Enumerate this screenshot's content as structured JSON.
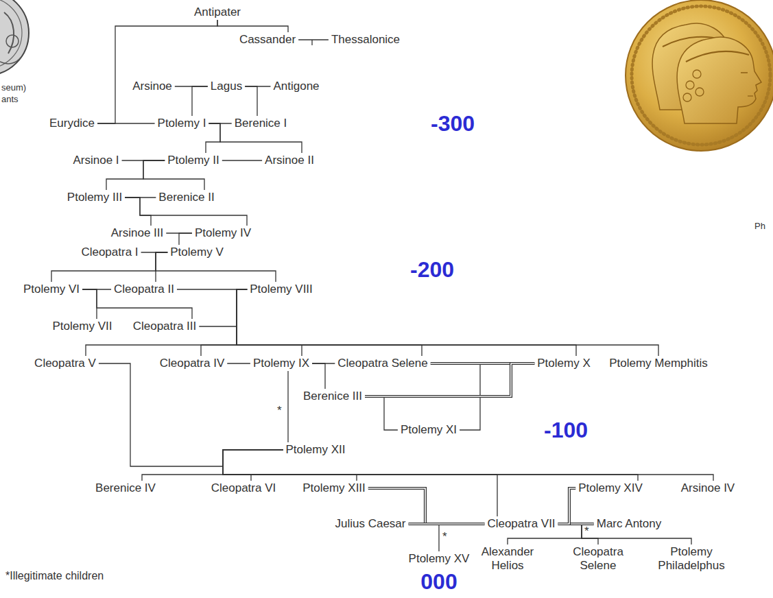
{
  "diagram": {
    "nodes": [
      {
        "text": [
          "Antipater"
        ]
      },
      {
        "text": [
          "Cassander"
        ]
      },
      {
        "text": [
          "Thessalonice"
        ]
      },
      {
        "text": [
          "Arsinoe"
        ]
      },
      {
        "text": [
          "Lagus"
        ]
      },
      {
        "text": [
          "Antigone"
        ]
      },
      {
        "text": [
          "Eurydice"
        ]
      },
      {
        "text": [
          "Ptolemy I"
        ]
      },
      {
        "text": [
          "Berenice I"
        ]
      },
      {
        "text": [
          "Arsinoe I"
        ]
      },
      {
        "text": [
          "Ptolemy II"
        ]
      },
      {
        "text": [
          "Arsinoe II"
        ]
      },
      {
        "text": [
          "Ptolemy III"
        ]
      },
      {
        "text": [
          "Berenice II"
        ]
      },
      {
        "text": [
          "Arsinoe III"
        ]
      },
      {
        "text": [
          "Ptolemy IV"
        ]
      },
      {
        "text": [
          "Cleopatra I"
        ]
      },
      {
        "text": [
          "Ptolemy V"
        ]
      },
      {
        "text": [
          "Ptolemy VI"
        ]
      },
      {
        "text": [
          "Cleopatra II"
        ]
      },
      {
        "text": [
          "Ptolemy VIII"
        ]
      },
      {
        "text": [
          "Ptolemy VII"
        ]
      },
      {
        "text": [
          "Cleopatra III"
        ]
      },
      {
        "text": [
          "Cleopatra V"
        ]
      },
      {
        "text": [
          "Cleopatra IV"
        ]
      },
      {
        "text": [
          "Ptolemy IX"
        ]
      },
      {
        "text": [
          "Cleopatra Selene"
        ]
      },
      {
        "text": [
          "Ptolemy X"
        ]
      },
      {
        "text": [
          "Ptolemy Memphitis"
        ]
      },
      {
        "text": [
          "Berenice III"
        ]
      },
      {
        "text": [
          "Ptolemy XI"
        ]
      },
      {
        "text": [
          "Ptolemy XII"
        ]
      },
      {
        "text": [
          "Berenice IV"
        ]
      },
      {
        "text": [
          "Cleopatra VI"
        ]
      },
      {
        "text": [
          "Ptolemy XIII"
        ]
      },
      {
        "text": [
          "Ptolemy XIV"
        ]
      },
      {
        "text": [
          "Arsinoe IV"
        ]
      },
      {
        "text": [
          "Julius Caesar"
        ]
      },
      {
        "text": [
          "Cleopatra VII"
        ]
      },
      {
        "text": [
          "Marc Antony"
        ]
      },
      {
        "text": [
          "Ptolemy XV"
        ]
      },
      {
        "text": [
          "Alexander Helios"
        ]
      },
      {
        "text": [
          "Cleopatra Selene"
        ]
      },
      {
        "text": [
          "Ptolemy Philadelphus"
        ]
      }
    ],
    "edges": [
      {
        "from": 0,
        "to": 6,
        "arrow": "none"
      },
      {
        "from": 0,
        "to": 1,
        "arrow": "none"
      },
      {
        "from": 1,
        "to": 2,
        "arrow": "none"
      },
      {
        "from": 3,
        "to": 4,
        "arrow": "none"
      },
      {
        "from": 4,
        "to": 5,
        "arrow": "none"
      },
      {
        "from": 4,
        "to": 7,
        "arrow": "none"
      },
      {
        "from": 4,
        "to": 8,
        "arrow": "none"
      },
      {
        "from": 6,
        "to": 7,
        "arrow": "none"
      },
      {
        "from": 7,
        "to": 8,
        "arrow": "none"
      },
      {
        "from": 7,
        "to": 10,
        "arrow": "none"
      },
      {
        "from": 7,
        "to": 11,
        "arrow": "none"
      },
      {
        "from": 9,
        "to": 10,
        "arrow": "none"
      },
      {
        "from": 10,
        "to": 11,
        "arrow": "none"
      },
      {
        "from": 10,
        "to": 12,
        "arrow": "none"
      },
      {
        "from": 10,
        "to": 13,
        "arrow": "none"
      },
      {
        "from": 12,
        "to": 13,
        "arrow": "none"
      },
      {
        "from": 12,
        "to": 14,
        "arrow": "none"
      },
      {
        "from": 12,
        "to": 15,
        "arrow": "none"
      },
      {
        "from": 14,
        "to": 15,
        "arrow": "none"
      },
      {
        "from": 15,
        "to": 17,
        "arrow": "none"
      },
      {
        "from": 16,
        "to": 17,
        "arrow": "none"
      },
      {
        "from": 17,
        "to": 18,
        "arrow": "none"
      },
      {
        "from": 17,
        "to": 19,
        "arrow": "none"
      },
      {
        "from": 17,
        "to": 20,
        "arrow": "none"
      },
      {
        "from": 18,
        "to": 19,
        "arrow": "none"
      },
      {
        "from": 19,
        "to": 20,
        "arrow": "none"
      },
      {
        "from": 18,
        "to": 21,
        "arrow": "none"
      },
      {
        "from": 18,
        "to": 22,
        "arrow": "none"
      },
      {
        "from": 20,
        "to": 22,
        "arrow": "none"
      },
      {
        "from": 20,
        "to": 23,
        "arrow": "none"
      },
      {
        "from": 20,
        "to": 24,
        "arrow": "none"
      },
      {
        "from": 20,
        "to": 25,
        "arrow": "none"
      },
      {
        "from": 20,
        "to": 26,
        "arrow": "none"
      },
      {
        "from": 20,
        "to": 27,
        "arrow": "none"
      },
      {
        "from": 20,
        "to": 28,
        "arrow": "none"
      },
      {
        "from": 24,
        "to": 25,
        "arrow": "none"
      },
      {
        "from": 25,
        "to": 26,
        "arrow": "none"
      },
      {
        "from": 25,
        "to": 29,
        "arrow": "none"
      },
      {
        "from": 25,
        "to": 31,
        "arrow": "none",
        "label": "*"
      },
      {
        "from": 26,
        "to": 27,
        "arrow": "none"
      },
      {
        "from": 29,
        "to": 30,
        "arrow": "none"
      },
      {
        "from": 29,
        "to": 27,
        "arrow": "none"
      },
      {
        "from": 27,
        "to": 30,
        "arrow": "none"
      },
      {
        "from": 23,
        "to": 31,
        "arrow": "none"
      },
      {
        "from": 31,
        "to": 32,
        "arrow": "none"
      },
      {
        "from": 31,
        "to": 33,
        "arrow": "none"
      },
      {
        "from": 31,
        "to": 34,
        "arrow": "none"
      },
      {
        "from": 31,
        "to": 38,
        "arrow": "none"
      },
      {
        "from": 31,
        "to": 35,
        "arrow": "none"
      },
      {
        "from": 31,
        "to": 36,
        "arrow": "none"
      },
      {
        "from": 34,
        "to": 38,
        "arrow": "none"
      },
      {
        "from": 37,
        "to": 38,
        "arrow": "none"
      },
      {
        "from": 37,
        "to": 40,
        "arrow": "none",
        "label": "*"
      },
      {
        "from": 38,
        "to": 39,
        "arrow": "none"
      },
      {
        "from": 35,
        "to": 38,
        "arrow": "none"
      },
      {
        "from": 39,
        "to": 41,
        "arrow": "none",
        "label": "*"
      },
      {
        "from": 39,
        "to": 42,
        "arrow": "none"
      },
      {
        "from": 39,
        "to": 43,
        "arrow": "none"
      }
    ],
    "labels": [
      "-300",
      "-200",
      "-100",
      "000",
      "*Illegitimate children",
      "seum)",
      "ants",
      "Ph"
    ]
  }
}
